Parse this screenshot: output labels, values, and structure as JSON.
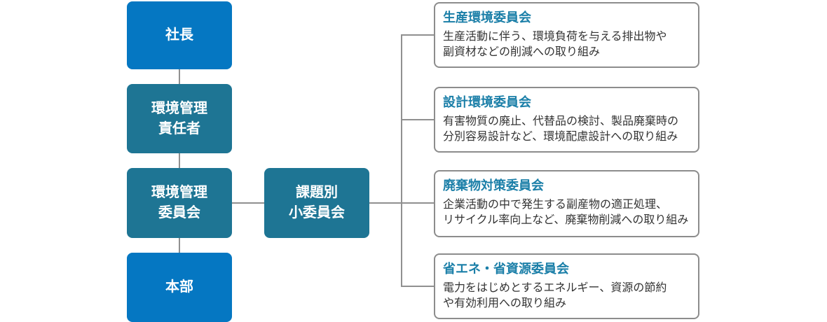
{
  "colors": {
    "blue": "#0577c2",
    "teal": "#1e7594",
    "title": "#1b7fa8",
    "line": "#909090",
    "border": "#8c8c8c",
    "text": "#333333"
  },
  "org_nodes": {
    "president": "社長",
    "env_manager": "環境管理\n責任者",
    "env_committee": "環境管理\n委員会",
    "headquarters": "本部",
    "subcommittee": "課題別\n小委員会"
  },
  "committees": [
    {
      "title": "生産環境委員会",
      "description": "生産活動に伴う、環境負荷を与える排出物や\n副資材などの削減への取り組み"
    },
    {
      "title": "設計環境委員会",
      "description": "有害物質の廃止、代替品の検討、製品廃棄時の\n分別容易設計など、環境配慮設計への取り組み"
    },
    {
      "title": "廃棄物対策委員会",
      "description": "企業活動の中で発生する副産物の適正処理、\nリサイクル率向上など、廃棄物削減への取り組み"
    },
    {
      "title": "省エネ・省資源委員会",
      "description": "電力をはじめとするエネルギー、資源の節約\nや有効利用への取り組み"
    }
  ]
}
